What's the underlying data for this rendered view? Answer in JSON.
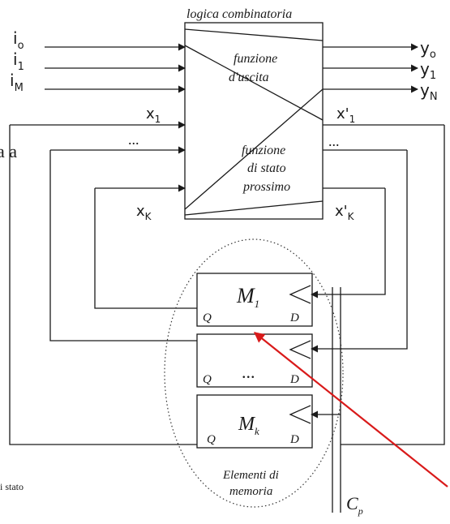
{
  "block_title": "logica combinatoria",
  "output_function": [
    "funzione",
    "d'uscita"
  ],
  "next_state_function": [
    "funzione",
    "di stato",
    "prossimo"
  ],
  "inputs": [
    {
      "base": "i",
      "sub": "o"
    },
    {
      "base": "i",
      "sub": "1"
    },
    {
      "base": "i",
      "sub": "M"
    }
  ],
  "outputs": [
    {
      "base": "y",
      "sub": "o"
    },
    {
      "base": "y",
      "sub": "1"
    },
    {
      "base": "y",
      "sub": "N"
    }
  ],
  "state_inputs": [
    {
      "base": "x",
      "sub": "1"
    },
    {
      "base": "x",
      "sub": "K"
    }
  ],
  "next_state_outputs": [
    {
      "base": "x'",
      "sub": "1"
    },
    {
      "base": "x'",
      "sub": "K"
    }
  ],
  "ellipsis": "...",
  "memory_elements": [
    {
      "base": "M",
      "sub": "1",
      "q": "Q",
      "d": "D"
    },
    {
      "base": "...",
      "sub": "",
      "q": "Q",
      "d": "D"
    },
    {
      "base": "M",
      "sub": "k",
      "q": "Q",
      "d": "D"
    }
  ],
  "memory_group": [
    "Elementi di",
    "memoria"
  ],
  "clock": {
    "base": "C",
    "sub": "p"
  },
  "cut_left": [
    "a a",
    "i stato"
  ],
  "colors": {
    "line": "#1a1a1a",
    "pointer": "#d91a1a",
    "dotted": "#333333"
  }
}
